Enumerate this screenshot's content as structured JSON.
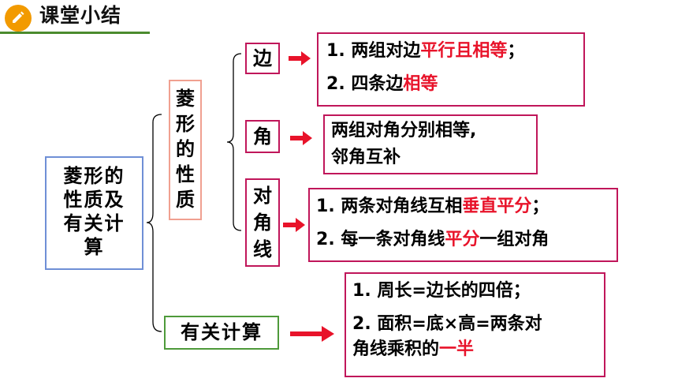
{
  "header": {
    "title": "课堂小结"
  },
  "root": {
    "lines": [
      "菱形的",
      "性质及",
      "有关计",
      "算"
    ]
  },
  "properties": {
    "label_chars": [
      "菱",
      "形",
      "的",
      "性",
      "质"
    ]
  },
  "calc_node": {
    "label": "有关计算"
  },
  "edge": {
    "key": "边",
    "l1_num": "1",
    "l1_text": ". 两组对边",
    "l1_red": "平行且相等",
    "l1_end": "；",
    "l2_num": "2",
    "l2_text": ". 四条边",
    "l2_red": "相等"
  },
  "angle": {
    "key": "角",
    "l1": "两组对角分别相等,",
    "l2": "邻角互补"
  },
  "diagonal": {
    "key_chars": [
      "对",
      "角",
      "线"
    ],
    "l1_num": "1",
    "l1_text": ". 两条对角线互相",
    "l1_red": "垂直平分",
    "l1_end": "；",
    "l2_num": "2",
    "l2_text": ". 每一条对角线",
    "l2_red": "平分",
    "l2_end": "一组对角"
  },
  "calculation": {
    "l1_num": "1",
    "l1_text": ". 周长=边长的四倍；",
    "l2_num": "2",
    "l2_text": ". 面积=底×高=两条对",
    "l3_text": "角线乘积的",
    "l3_red": "一半"
  },
  "colors": {
    "accent_red": "#e8132a",
    "box_border": "#c0165a",
    "header_green": "#4b8b2e",
    "header_icon": "#f29a00"
  }
}
